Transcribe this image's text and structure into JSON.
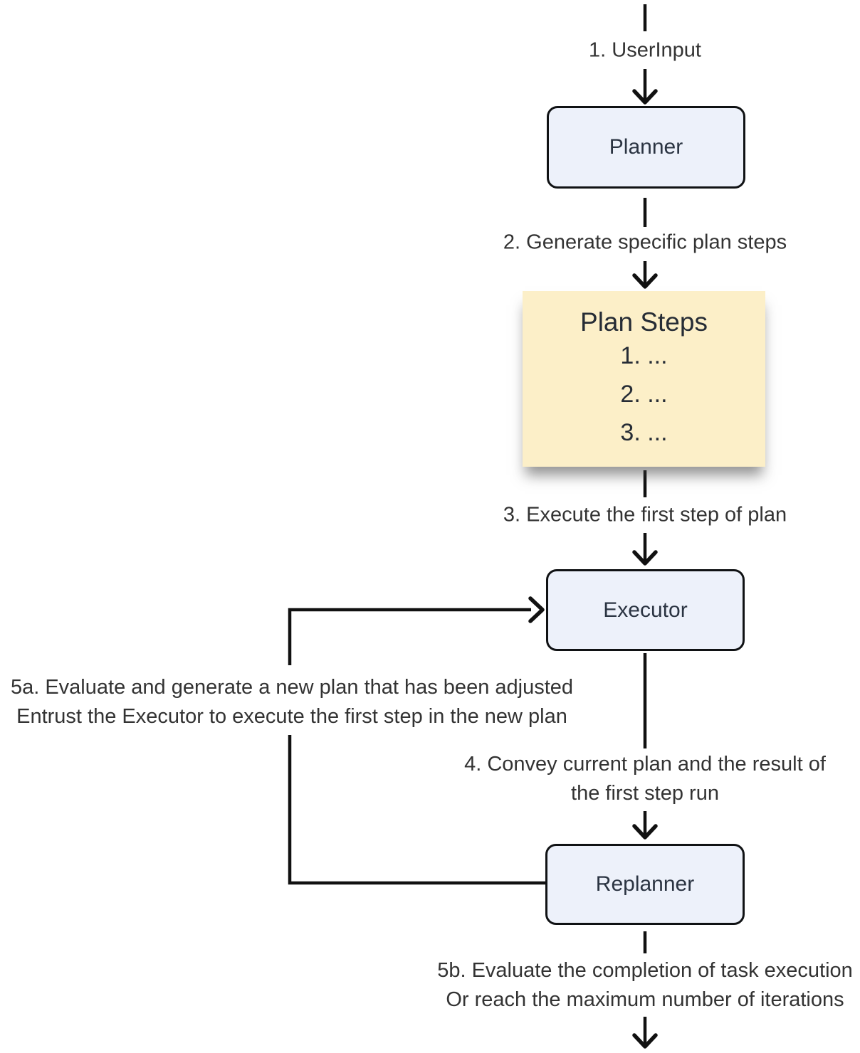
{
  "diagram": {
    "type": "flowchart",
    "background": "#ffffff",
    "colors": {
      "node_fill": "#edf1fa",
      "node_border": "#101214",
      "node_text": "#2b3442",
      "note_fill": "#fcefc8",
      "note_text": "#262c35",
      "edge_color": "#111111",
      "label_text": "#333333"
    },
    "nodes": [
      {
        "id": "planner",
        "label": "Planner"
      },
      {
        "id": "executor",
        "label": "Executor"
      },
      {
        "id": "replanner",
        "label": "Replanner"
      }
    ],
    "note": {
      "title": "Plan Steps",
      "items": [
        "1. ...",
        "2. ...",
        "3. ..."
      ]
    },
    "edge_labels": {
      "step1": "1. UserInput",
      "step2": "2. Generate specific plan steps",
      "step3": "3. Execute the first step of plan",
      "step4_line1": "4. Convey current plan and the result of",
      "step4_line2": "the first step run",
      "step5a_line1": "5a. Evaluate and generate a new plan that has been adjusted",
      "step5a_line2": "Entrust the Executor to execute the first step in the new plan",
      "step5b_line1": "5b. Evaluate the completion of task execution",
      "step5b_line2": "Or reach the maximum number of iterations"
    },
    "edges": [
      {
        "from": "start",
        "to": "planner",
        "label_key": "step1"
      },
      {
        "from": "planner",
        "to": "plan-steps",
        "label_key": "step2"
      },
      {
        "from": "plan-steps",
        "to": "executor",
        "label_key": "step3"
      },
      {
        "from": "executor",
        "to": "replanner",
        "label_key": "step4_line1 step4_line2"
      },
      {
        "from": "replanner",
        "to": "executor",
        "label_key": "step5a_line1 step5a_line2"
      },
      {
        "from": "replanner",
        "to": "end",
        "label_key": "step5b_line1 step5b_line2"
      }
    ]
  }
}
